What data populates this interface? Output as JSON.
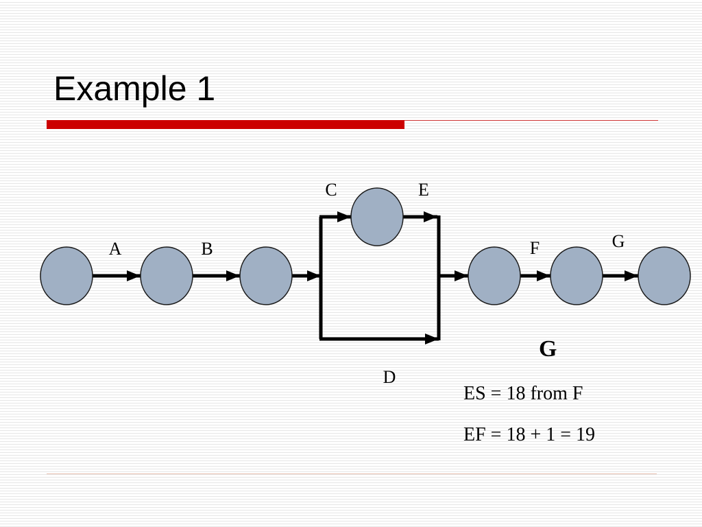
{
  "slide": {
    "title": "Example 1"
  },
  "colors": {
    "accent": "#cc0000",
    "accent_thin": "#cc3333",
    "node_fill": "#a0b0c4",
    "node_stroke": "#1a1a1a",
    "arrow": "#000000",
    "footer_rule": "#e8c0b0"
  },
  "network": {
    "activities": {
      "A": "A",
      "B": "B",
      "C": "C",
      "D": "D",
      "E": "E",
      "F": "F",
      "G": "G"
    }
  },
  "calculation": {
    "activity": "G",
    "es_line": "ES = 18 from F",
    "ef_line": "EF = 18 + 1 = 19"
  }
}
